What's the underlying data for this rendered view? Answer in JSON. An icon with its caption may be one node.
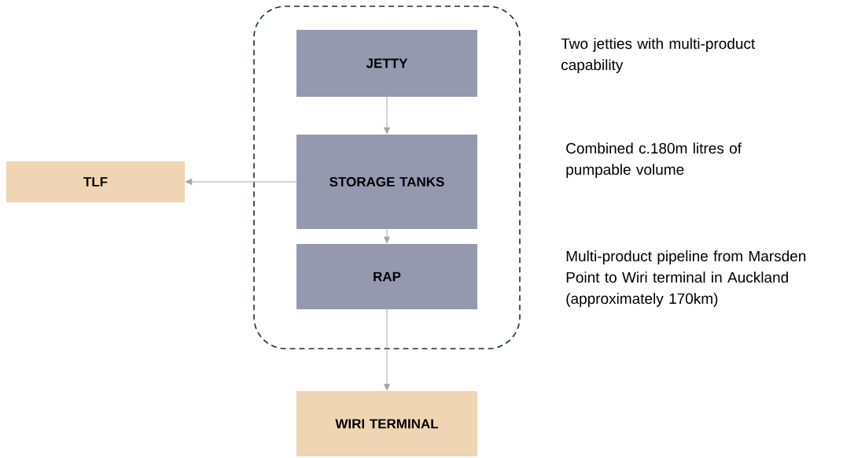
{
  "diagram": {
    "nodes": [
      {
        "text": [],
        "shape": "box"
      },
      {
        "text": [
          "JETTY"
        ],
        "in": 0
      },
      {
        "text": [
          "STORAGE TANKS"
        ],
        "in": 0
      },
      {
        "text": [
          "RAP"
        ],
        "in": 0
      },
      {
        "text": [
          "TLF"
        ]
      },
      {
        "text": [
          "WIRI TERMINAL"
        ]
      }
    ],
    "edges": [
      {
        "from": 1,
        "to": 2,
        "arrow": "to"
      },
      {
        "from": 2,
        "to": 4,
        "arrow": "to"
      },
      {
        "from": 2,
        "to": 3,
        "arrow": "to"
      },
      {
        "from": 3,
        "to": 5,
        "arrow": "to"
      }
    ],
    "labels": [
      "Two jetties with multi-product capability",
      "Combined c.180m litres of pumpable volume",
      "Multi-product pipeline from Marsden Point to Wiri terminal in Auckland (approximately 170km)"
    ]
  }
}
